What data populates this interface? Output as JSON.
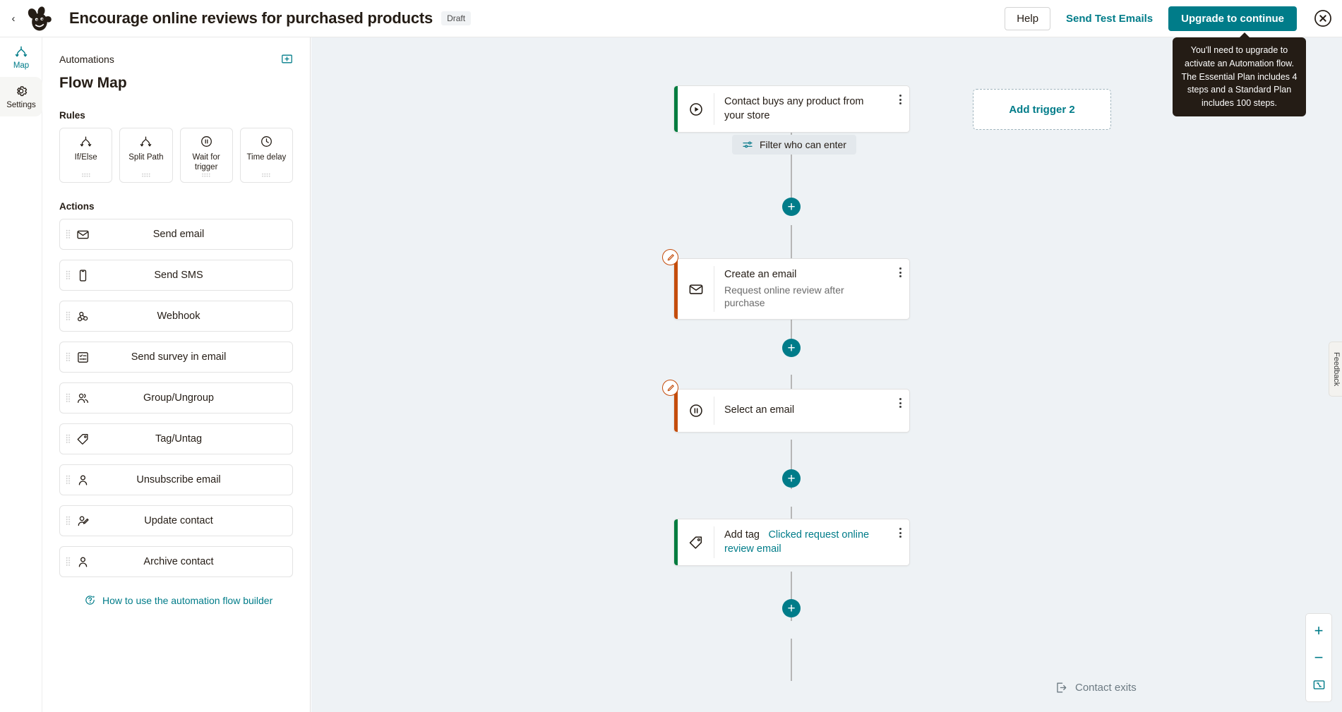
{
  "header": {
    "back_arrow": "‹",
    "logo": "mailchimp-logo",
    "title": "Encourage online reviews for purchased products",
    "status_badge": "Draft",
    "help_label": "Help",
    "send_test_emails_label": "Send Test Emails",
    "upgrade_label": "Upgrade to continue",
    "close_label": "close-icon"
  },
  "tooltip": {
    "text": "You'll need to upgrade to activate an Automation flow. The Essential Plan includes 4 steps and a Standard Plan includes 100 steps."
  },
  "rail": {
    "items": [
      {
        "label": "Map",
        "icon": "split-path-icon",
        "active": false
      },
      {
        "label": "Settings",
        "icon": "gear-icon",
        "active": true
      }
    ]
  },
  "panel": {
    "eyebrow": "Automations",
    "expand_icon": "expand-panel-icon",
    "heading": "Flow Map",
    "rules_label": "Rules",
    "rules": [
      {
        "label": "If/Else",
        "icon": "branch-icon"
      },
      {
        "label": "Split Path",
        "icon": "branch-icon"
      },
      {
        "label": "Wait for trigger",
        "icon": "pause-icon"
      },
      {
        "label": "Time delay",
        "icon": "clock-icon"
      }
    ],
    "actions_label": "Actions",
    "actions": [
      {
        "label": "Send email",
        "icon": "envelope-icon"
      },
      {
        "label": "Send SMS",
        "icon": "phone-icon"
      },
      {
        "label": "Webhook",
        "icon": "webhook-icon"
      },
      {
        "label": "Send survey in email",
        "icon": "survey-icon"
      },
      {
        "label": "Group/Ungroup",
        "icon": "people-icon"
      },
      {
        "label": "Tag/Untag",
        "icon": "tag-icon"
      },
      {
        "label": "Unsubscribe email",
        "icon": "person-icon"
      },
      {
        "label": "Update contact",
        "icon": "person-edit-icon"
      },
      {
        "label": "Archive contact",
        "icon": "person-icon"
      }
    ],
    "help_link": "How to use the automation flow builder",
    "help_icon": "question-sparkle-icon"
  },
  "canvas": {
    "trigger_node": {
      "title": "Contact buys any product from your store",
      "icon": "play-circle-icon",
      "accent": "#007c3f",
      "kebab": "more-options-icon"
    },
    "filter_chip": {
      "label": "Filter who can enter",
      "icon": "filter-sliders-icon"
    },
    "add_trigger": {
      "label": "Add trigger 2"
    },
    "steps": [
      {
        "title": "Create an email",
        "subtitle": "Request online review after purchase",
        "icon": "envelope-icon",
        "accent": "#c44d0c",
        "has_edit_badge": true,
        "link_text": ""
      },
      {
        "title": "Select an email",
        "subtitle": "",
        "icon": "pause-circle-icon",
        "accent": "#c44d0c",
        "has_edit_badge": true,
        "link_text": ""
      },
      {
        "title": "Add tag",
        "subtitle": "",
        "icon": "tag-icon",
        "accent": "#007c3f",
        "has_edit_badge": false,
        "link_text": "Clicked request online review email"
      }
    ],
    "exit_label": "Contact exits",
    "exit_icon": "exit-arrow-icon",
    "plus_label": "+",
    "zoom_in_label": "+",
    "zoom_out_label": "−",
    "fit_label": "fit-to-screen-icon"
  },
  "feedback": {
    "label": "Feedback"
  },
  "colors": {
    "brand_teal": "#007c89",
    "accent_green": "#007c3f",
    "accent_orange": "#c44d0c",
    "canvas_bg": "#eef2f5",
    "tooltip_bg": "#241c15"
  }
}
